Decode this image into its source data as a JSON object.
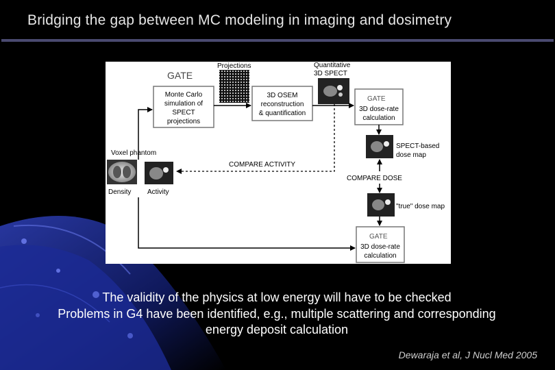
{
  "slide": {
    "title": "Bridging the gap between MC modeling in imaging and dosimetry",
    "body_lines": [
      "The validity of the physics at low energy will have to be checked",
      "Problems in G4 have been identified, e.g., multiple scattering and corresponding",
      "energy deposit calculation"
    ],
    "citation": "Dewaraja et al, J Nucl Med 2005"
  },
  "diagram": {
    "gate_label_top": "GATE",
    "projections_label": "Projections",
    "quant_spect_label": [
      "Quantitative",
      "3D SPECT"
    ],
    "mc_box": [
      "Monte Carlo",
      "simulation of",
      "SPECT",
      "projections"
    ],
    "osem_box": [
      "3D OSEM",
      "reconstruction",
      "& quantification"
    ],
    "dose_box_1": {
      "gate": "GATE",
      "lines": [
        "3D dose-rate",
        "calculation"
      ]
    },
    "dose_box_2": {
      "gate": "GATE",
      "lines": [
        "3D dose-rate",
        "calculation"
      ]
    },
    "voxel_phantom_label": "Voxel phantom",
    "density_label": "Density",
    "activity_label": "Activity",
    "compare_activity_label": "COMPARE ACTIVITY",
    "compare_dose_label": "COMPARE DOSE",
    "spect_dose_label": [
      "SPECT-based",
      "dose map"
    ],
    "true_dose_label": "\"true\" dose map"
  }
}
